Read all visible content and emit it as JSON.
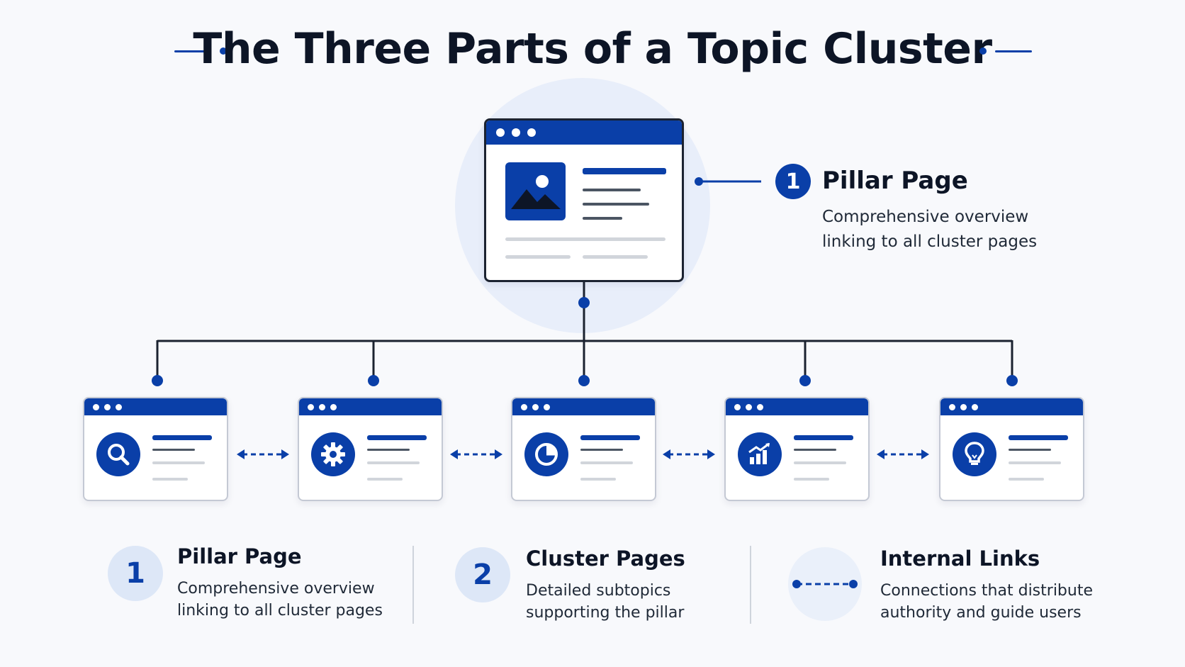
{
  "title": "The Three Parts of a Topic Cluster",
  "colors": {
    "accent": "#0a3fa8",
    "soft": "#dde7f7",
    "text": "#0d1526"
  },
  "pillar_callout": {
    "number": "1",
    "heading": "Pillar Page",
    "desc_line1": "Comprehensive overview",
    "desc_line2": "linking to all cluster pages"
  },
  "cluster_pages": [
    {
      "icon": "search-icon"
    },
    {
      "icon": "gear-icon"
    },
    {
      "icon": "pie-chart-icon"
    },
    {
      "icon": "bar-chart-icon"
    },
    {
      "icon": "lightbulb-icon"
    }
  ],
  "legend": {
    "pillar": {
      "number": "1",
      "heading": "Pillar Page",
      "desc_line1": "Comprehensive overview",
      "desc_line2": "linking to all cluster pages"
    },
    "cluster": {
      "number": "2",
      "heading": "Cluster Pages",
      "desc_line1": "Detailed subtopics",
      "desc_line2": "supporting the pillar"
    },
    "links": {
      "icon": "dashed-link-icon",
      "heading": "Internal Links",
      "desc_line1": "Connections that distribute",
      "desc_line2": "authority and guide users"
    }
  }
}
